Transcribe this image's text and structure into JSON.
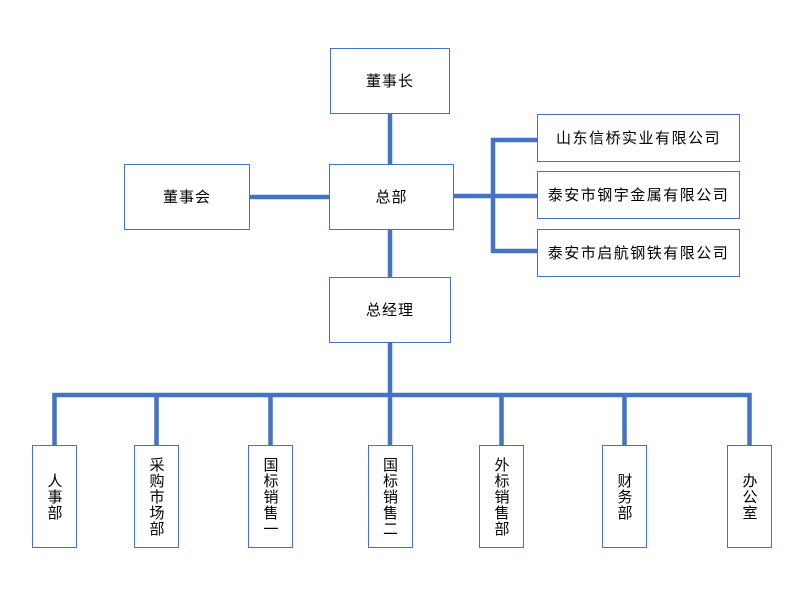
{
  "org_chart": {
    "accent_color": "#4472C4",
    "text_color": "#000000",
    "chairman": "董事长",
    "board": "董事会",
    "headquarters": "总部",
    "general_manager": "总经理",
    "subsidiaries": [
      "山东信桥实业有限公司",
      "泰安市钢宇金属有限公司",
      "泰安市启航钢铁有限公司"
    ],
    "departments": [
      "人事部",
      "采购市场部",
      "国标销售一",
      "国标销售二",
      "外标销售部",
      "财务部",
      "办公室"
    ]
  }
}
